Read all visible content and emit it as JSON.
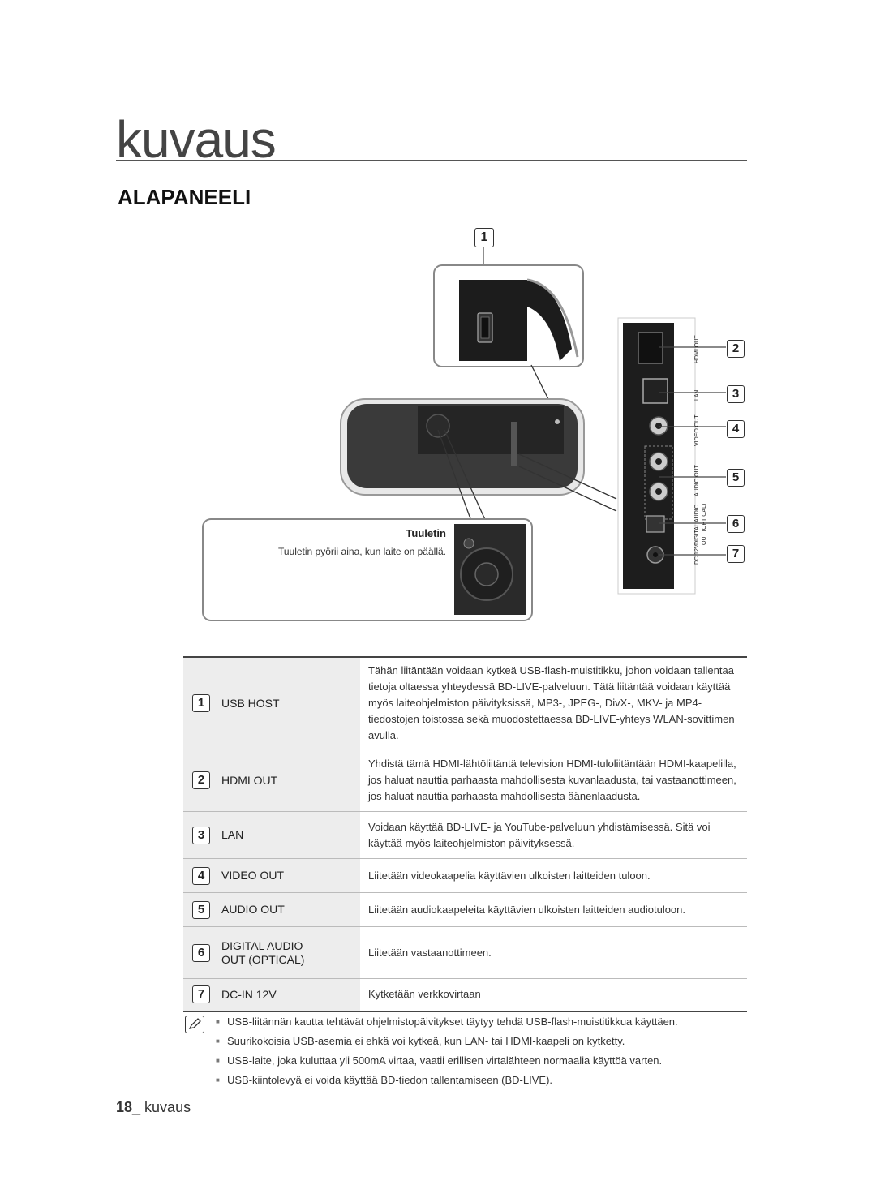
{
  "chapter_title": "kuvaus",
  "section_title": "ALAPANEELI",
  "diagram": {
    "callout_top": "1",
    "callouts_right": [
      "2",
      "3",
      "4",
      "5",
      "6",
      "7"
    ],
    "fan_box": {
      "title": "Tuuletin",
      "text": "Tuuletin pyörii aina, kun laite on päällä."
    },
    "port_labels": {
      "hdmi": "HDMI OUT",
      "lan": "LAN",
      "video": "VIDEO OUT",
      "audio": "AUDIO OUT",
      "digital_audio": "DIGITAL AUDIO",
      "optical": "OUT (OPTICAL)",
      "dc": "DC 12V"
    }
  },
  "table": {
    "rows": [
      {
        "num": "1",
        "label": "USB HOST",
        "desc": "Tähän liitäntään voidaan kytkeä USB-flash-muistitikku, johon voidaan tallentaa tietoja oltaessa yhteydessä BD-LIVE-palveluun. Tätä liitäntää voidaan käyttää myös laiteohjelmiston päivityksissä, MP3-, JPEG-, DivX-, MKV- ja MP4-tiedostojen toistossa sekä muodostettaessa BD-LIVE-yhteys WLAN-sovittimen avulla."
      },
      {
        "num": "2",
        "label": "HDMI OUT",
        "desc": "Yhdistä tämä HDMI-lähtöliitäntä television HDMI-tuloliitäntään HDMI-kaapelilla, jos haluat nauttia parhaasta mahdollisesta kuvanlaadusta, tai vastaanottimeen, jos haluat nauttia parhaasta mahdollisesta äänenlaadusta."
      },
      {
        "num": "3",
        "label": "LAN",
        "desc": "Voidaan käyttää BD-LIVE- ja YouTube-palveluun yhdistämisessä. Sitä voi käyttää myös laiteohjelmiston päivityksessä."
      },
      {
        "num": "4",
        "label": "VIDEO OUT",
        "desc": "Liitetään videokaapelia käyttävien ulkoisten laitteiden tuloon."
      },
      {
        "num": "5",
        "label": "AUDIO OUT",
        "desc": "Liitetään audiokaapeleita käyttävien ulkoisten laitteiden audiotuloon."
      },
      {
        "num": "6",
        "label": "DIGITAL AUDIO OUT (OPTICAL)",
        "desc": "Liitetään vastaanottimeen."
      },
      {
        "num": "7",
        "label": "DC-IN 12V",
        "desc": "Kytketään verkkovirtaan"
      }
    ]
  },
  "notes": [
    "USB-liitännän kautta tehtävät ohjelmistopäivitykset täytyy tehdä USB-flash-muistitikkua käyttäen.",
    "Suurikokoisia USB-asemia ei ehkä voi kytkeä, kun LAN- tai HDMI-kaapeli on kytketty.",
    "USB-laite, joka kuluttaa yli 500mA virtaa, vaatii erillisen virtalähteen normaalia käyttöä varten.",
    "USB-kiintolevyä ei voida käyttää BD-tiedon tallentamiseen (BD-LIVE)."
  ],
  "footer": {
    "page_number": "18",
    "section": "_ kuvaus"
  }
}
